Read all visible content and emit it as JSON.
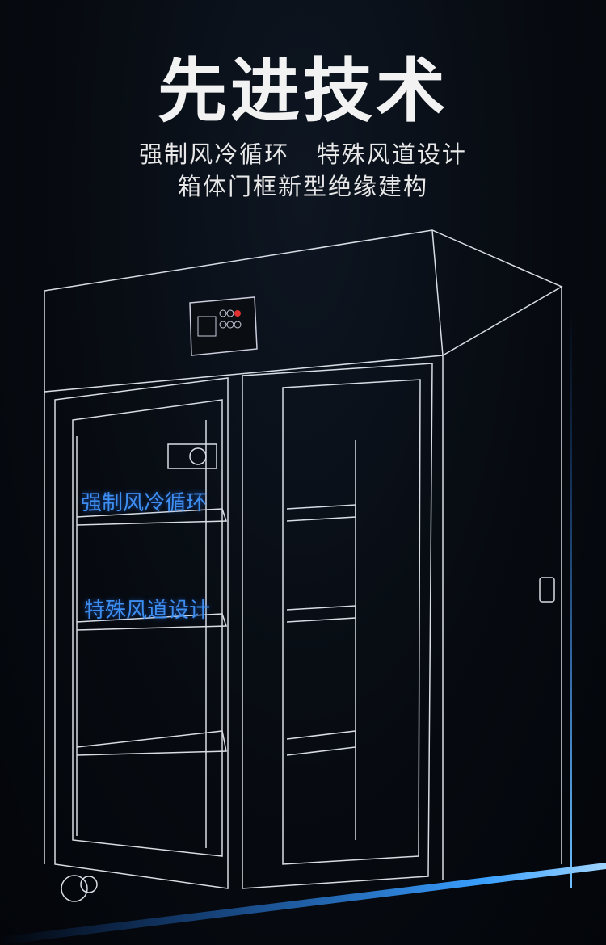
{
  "title": "先进技术",
  "subtitle_line1": "强制风冷循环   特殊风道设计",
  "subtitle_line2": "箱体门框新型绝缘建构",
  "labels": {
    "airflow": "强制风冷循环",
    "duct": "特殊风道设计"
  },
  "colors": {
    "accent": "#3d8ef0",
    "glow": "#1f7bff",
    "line": "#d8dde4"
  }
}
